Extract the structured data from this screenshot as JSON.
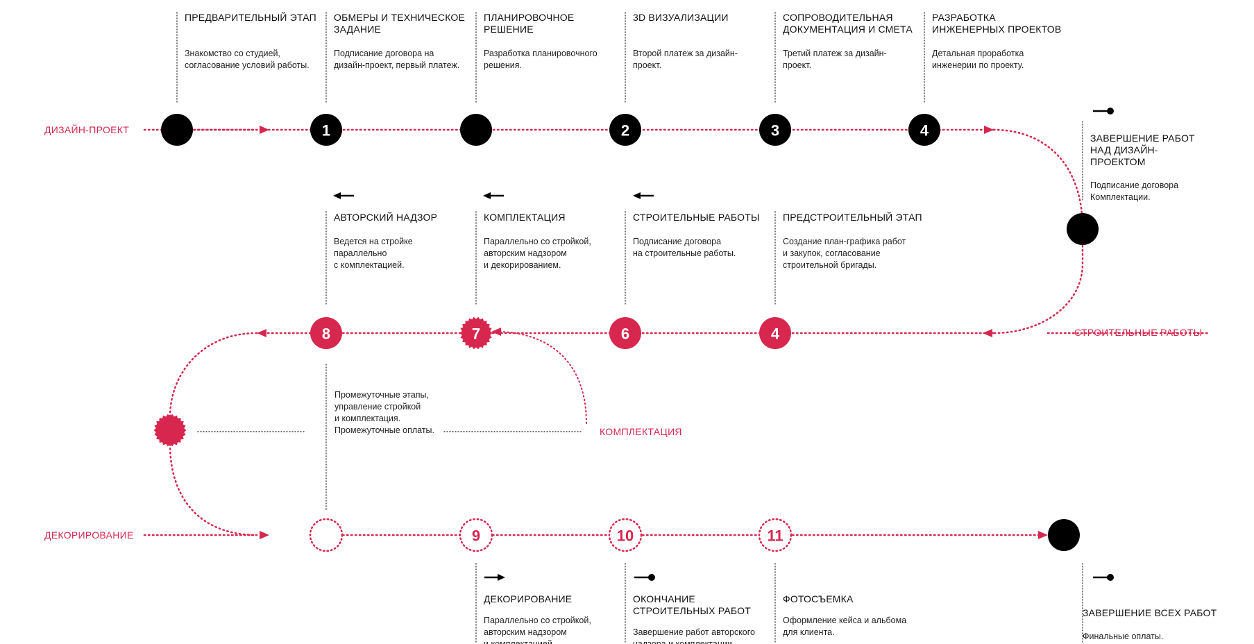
{
  "colors": {
    "accent": "#d7274e",
    "dark": "#000000",
    "text": "#111111"
  },
  "tracks": {
    "design": "ДИЗАЙН-ПРОЕКТ",
    "construction": "СТРОИТЕЛЬНЫЕ РАБОТЫ",
    "equipment": "КОМПЛЕКТАЦИЯ",
    "decor": "ДЕКОРИРОВАНИЕ"
  },
  "row1": {
    "nodes": [
      "",
      "1",
      "",
      "2",
      "3",
      "4"
    ],
    "steps": [
      {
        "title": [
          "ПРЕДВАРИТЕЛЬНЫЙ ЭТАП"
        ],
        "desc": [
          "Знакомство со студией,",
          "согласование условий работы."
        ]
      },
      {
        "title": [
          "ОБМЕРЫ И ТЕХНИЧЕСКОЕ",
          "ЗАДАНИЕ"
        ],
        "desc": [
          "Подписание договора на",
          "дизайн-проект, первый платеж."
        ]
      },
      {
        "title": [
          "ПЛАНИРОВОЧНОЕ",
          "РЕШЕНИЕ"
        ],
        "desc": [
          "Разработка планировочного",
          "решения."
        ]
      },
      {
        "title": [
          "3D ВИЗУАЛИЗАЦИИ"
        ],
        "desc": [
          "Второй платеж за дизайн-",
          "проект."
        ]
      },
      {
        "title": [
          "СОПРОВОДИТЕЛЬНАЯ",
          "ДОКУМЕНТАЦИЯ И СМЕТА"
        ],
        "desc": [
          "Третий платеж за дизайн-",
          "проект."
        ]
      },
      {
        "title": [
          "РАЗРАБОТКА",
          "ИНЖЕНЕРНЫХ ПРОЕКТОВ"
        ],
        "desc": [
          "Детальная проработка",
          "инженерии по проекту."
        ]
      }
    ]
  },
  "design_end": {
    "title": [
      "ЗАВЕРШЕНИЕ РАБОТ",
      "НАД ДИЗАЙН-",
      "ПРОЕКТОМ"
    ],
    "desc": [
      "Подписание договора",
      "Комплектации."
    ]
  },
  "row2": {
    "nodes": [
      "8",
      "7",
      "6",
      "4"
    ],
    "steps": [
      {
        "title": [
          "АВТОРСКИЙ НАДЗОР"
        ],
        "desc": [
          "Ведется на стройке",
          "параллельно",
          "с комплектацией."
        ]
      },
      {
        "title": [
          "КОМПЛЕКТАЦИЯ"
        ],
        "desc": [
          "Параллельно со стройкой,",
          "авторским надзором",
          "и декорированием."
        ]
      },
      {
        "title": [
          "СТРОИТЕЛЬНЫЕ РАБОТЫ"
        ],
        "desc": [
          "Подписание договора",
          "на строительные работы."
        ]
      },
      {
        "title": [
          "ПРЕДСТРОИТЕЛЬНЫЙ ЭТАП"
        ],
        "desc": [
          "Создание план-графика работ",
          "и закупок, согласование",
          "строительной бригады."
        ]
      }
    ]
  },
  "intermediate": {
    "desc": [
      "Промежуточные этапы,",
      "управление стройкой",
      "и комплектация.",
      "Промежуточные оплаты."
    ]
  },
  "row4": {
    "nodes": [
      "",
      "9",
      "10",
      "11"
    ],
    "steps": [
      {
        "title": [
          "ДЕКОРИРОВАНИЕ"
        ],
        "desc": [
          "Параллельно со стройкой,",
          "авторским надзором",
          "и комплектацией."
        ]
      },
      {
        "title": [
          "ОКОНЧАНИЕ",
          "СТРОИТЕЛЬНЫХ РАБОТ"
        ],
        "desc": [
          "Завершение работ авторского",
          "надзора и комплектации."
        ]
      },
      {
        "title": [
          "ФОТОСЪЕМКА"
        ],
        "desc": [
          "Оформление кейса и альбома",
          "для клиента."
        ]
      }
    ]
  },
  "final": {
    "title": [
      "ЗАВЕРШЕНИЕ ВСЕХ РАБОТ"
    ],
    "desc": [
      "Финальные оплаты."
    ]
  }
}
